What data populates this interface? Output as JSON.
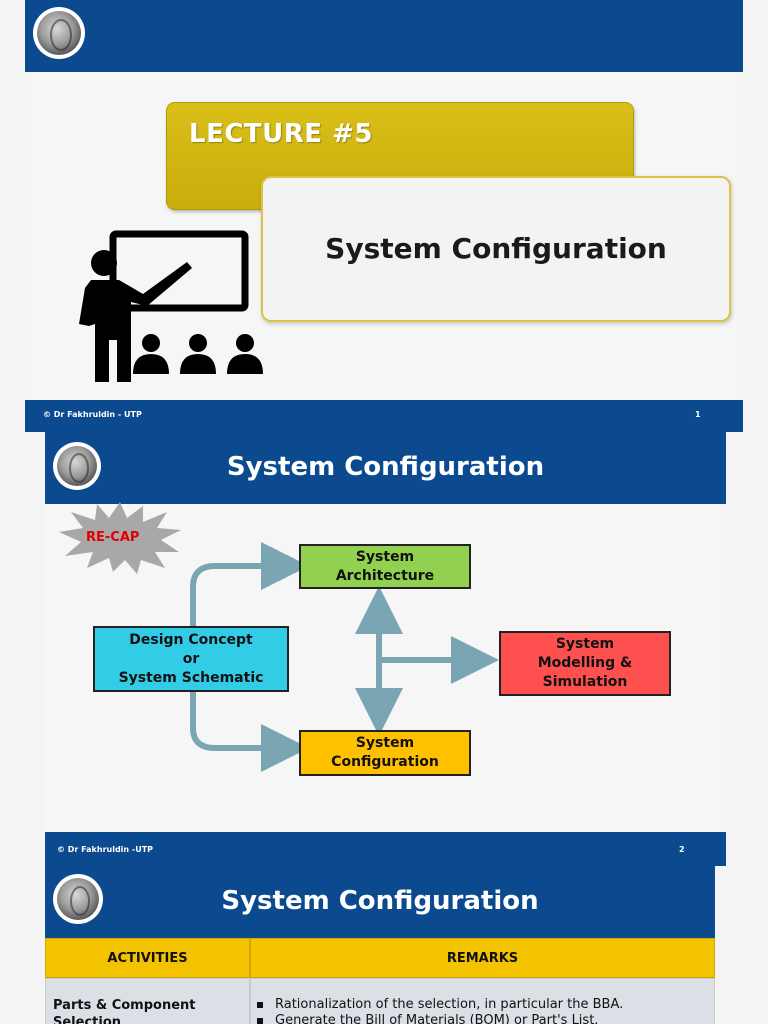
{
  "slide1": {
    "lecture_label": "LECTURE #5",
    "title": "System Configuration",
    "footer_left": "© Dr Fakhruldin - UTP",
    "footer_right": "1"
  },
  "slide2": {
    "title": "System Configuration",
    "badge": "RE-CAP",
    "boxes": {
      "architecture": [
        "System",
        "Architecture"
      ],
      "design_concept": [
        "Design Concept",
        "or",
        "System Schematic"
      ],
      "modelling": [
        "System",
        "Modelling &",
        "Simulation"
      ],
      "configuration": [
        "System",
        "Configuration"
      ]
    },
    "footer_left": "© Dr Fakhruldin -UTP",
    "footer_right": "2"
  },
  "slide3": {
    "title": "System Configuration",
    "table": {
      "headers": [
        "ACTIVITIES",
        "REMARKS"
      ],
      "rows": [
        {
          "activity": "Parts & Component Selection",
          "remarks": [
            "Rationalization of the selection, in particular the BBA.",
            "Generate the Bill of Materials (BOM) or Part's List."
          ]
        }
      ]
    }
  },
  "colors": {
    "header_blue": "#0b4a8f",
    "lecture_gold": "#d4b810",
    "architecture_green": "#92d050",
    "design_cyan": "#33cce6",
    "modelling_red": "#ff5050",
    "configuration_yellow": "#ffc000",
    "arrow_teal": "#7aa6b4",
    "table_header_yellow": "#f3c300",
    "recap_red": "#e00000"
  },
  "icons": [
    "university-logo-icon",
    "teacher-presentation-icon",
    "starburst-badge-icon"
  ]
}
